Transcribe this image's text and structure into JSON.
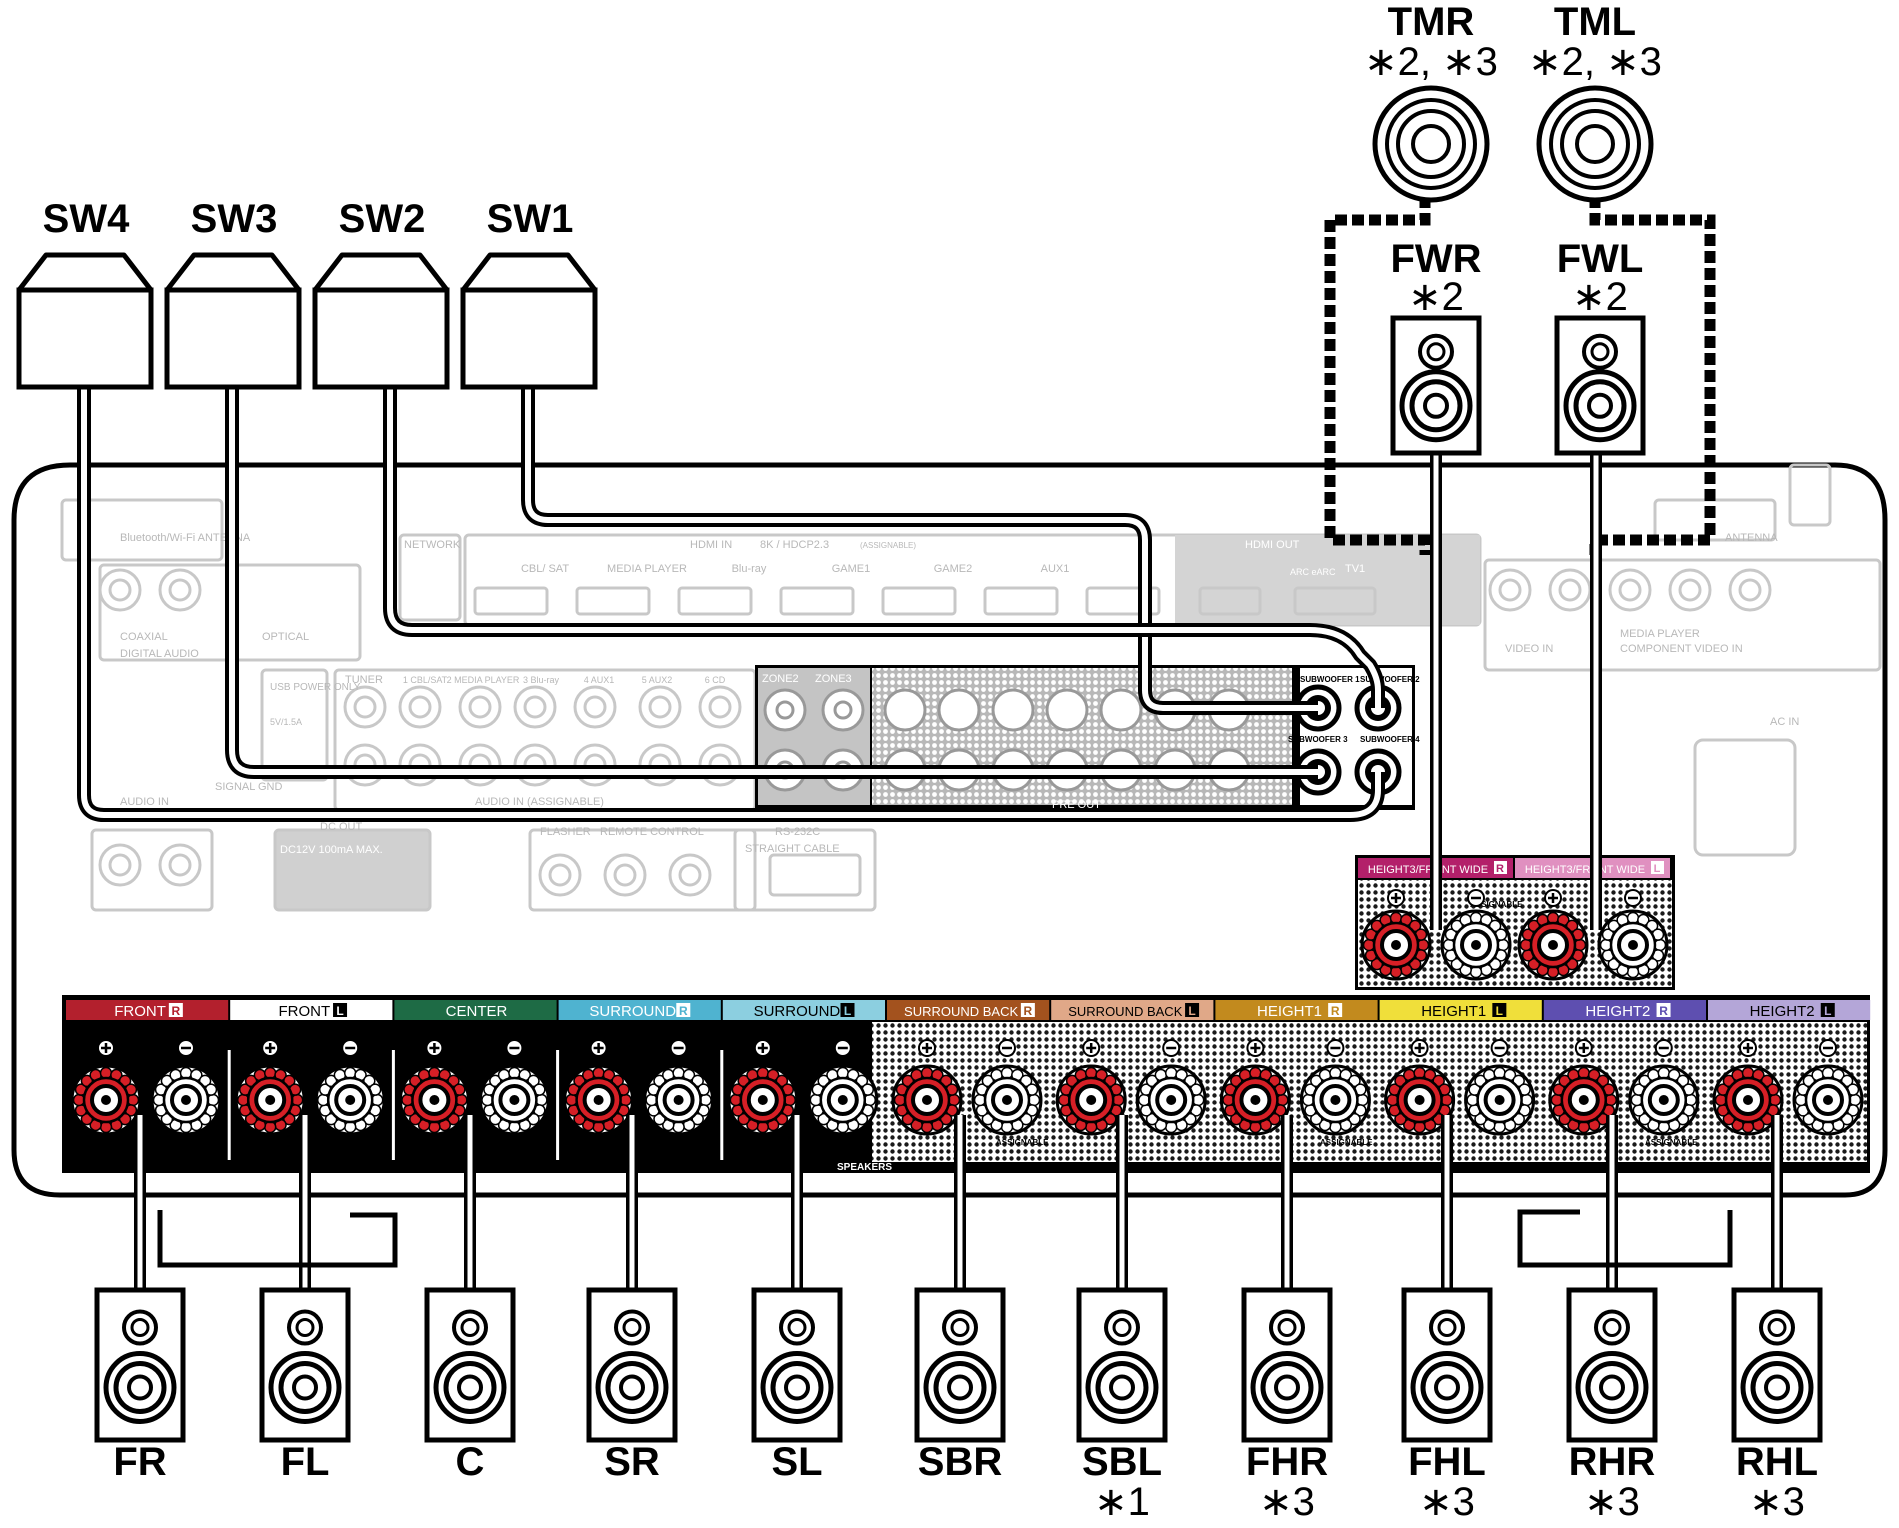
{
  "top_speakers": [
    {
      "name": "TMR",
      "note": "∗2, ∗3"
    },
    {
      "name": "TML",
      "note": "∗2, ∗3"
    }
  ],
  "front_wide_speakers": [
    {
      "name": "FWR",
      "note": "∗2"
    },
    {
      "name": "FWL",
      "note": "∗2"
    }
  ],
  "subwoofers": [
    "SW4",
    "SW3",
    "SW2",
    "SW1"
  ],
  "bottom_speakers": [
    {
      "name": "FR",
      "note": ""
    },
    {
      "name": "FL",
      "note": ""
    },
    {
      "name": "C",
      "note": ""
    },
    {
      "name": "SR",
      "note": ""
    },
    {
      "name": "SL",
      "note": ""
    },
    {
      "name": "SBR",
      "note": ""
    },
    {
      "name": "SBL",
      "note": "∗1"
    },
    {
      "name": "FHR",
      "note": "∗3"
    },
    {
      "name": "FHL",
      "note": "∗3"
    },
    {
      "name": "RHR",
      "note": "∗3"
    },
    {
      "name": "RHL",
      "note": "∗3"
    }
  ],
  "speaker_terminal_labels": [
    {
      "text": "FRONT",
      "badge": "R",
      "color": "#b3202d"
    },
    {
      "text": "FRONT",
      "badge": "L",
      "color": "#ffffff"
    },
    {
      "text": "CENTER",
      "badge": "",
      "color": "#1e6b45"
    },
    {
      "text": "SURROUND",
      "badge": "R",
      "color": "#4fb3d0"
    },
    {
      "text": "SURROUND",
      "badge": "L",
      "color": "#8ccfe0"
    },
    {
      "text": "SURROUND BACK",
      "badge": "R",
      "color": "#a3521e"
    },
    {
      "text": "SURROUND BACK",
      "badge": "L",
      "color": "#e0a888"
    },
    {
      "text": "HEIGHT1",
      "badge": "R",
      "color": "#c28a1e"
    },
    {
      "text": "HEIGHT1",
      "badge": "L",
      "color": "#f0df3a"
    },
    {
      "text": "HEIGHT2",
      "badge": "R",
      "color": "#5e4fb0"
    },
    {
      "text": "HEIGHT2",
      "badge": "L",
      "color": "#b4a6d8"
    }
  ],
  "height3_terminal_labels": [
    {
      "text": "HEIGHT3/FRONT WIDE",
      "badge": "R",
      "color": "#b3206a"
    },
    {
      "text": "HEIGHT3/FRONT WIDE",
      "badge": "L",
      "color": "#e090c0"
    }
  ],
  "panel_texts": {
    "speakers": "SPEAKERS",
    "assignable": "ASSIGNABLE",
    "pre_out": "PRE OUT",
    "subwoofer1": "SUBWOOFER 1",
    "subwoofer2": "SUBWOOFER 2",
    "subwoofer3": "SUBWOOFER 3",
    "subwoofer4": "SUBWOOFER 4",
    "bt_antenna": "Bluetooth/Wi-Fi ANTENNA",
    "antenna": "ANTENNA",
    "network": "NETWORK",
    "hdmi_in": "HDMI IN",
    "hdcp": "8K / HDCP2.3",
    "hdmi_assignable": "(ASSIGNABLE)",
    "hdmi_out": "HDMI OUT",
    "tv1": "TV1",
    "arc": "ARC eARC",
    "digital_audio": "DIGITAL AUDIO",
    "coaxial": "COAXIAL",
    "optical": "OPTICAL",
    "usb": "USB POWER ONLY",
    "usb_rating": "5V/1.5A",
    "tuner": "TUNER",
    "audio_in": "AUDIO IN",
    "audio_in_assignable": "AUDIO IN (ASSIGNABLE)",
    "signal_gnd": "SIGNAL GND",
    "dc_out": "DC OUT",
    "dc_rating": "DC12V 100mA MAX.",
    "remote_control": "REMOTE CONTROL",
    "flasher": "FLASHER",
    "rs232c": "RS-232C",
    "straight_cable": "STRAIGHT CABLE",
    "video_in": "VIDEO IN",
    "component_video_in": "COMPONENT VIDEO IN",
    "media_player": "MEDIA PLAYER",
    "ac_in": "AC IN",
    "zone2": "ZONE2",
    "zone3": "ZONE3"
  },
  "hdmi_inputs": [
    "CBL/ SAT",
    "MEDIA PLAYER",
    "Blu-ray",
    "GAME1",
    "GAME2",
    "AUX1"
  ],
  "audio_in_sources": [
    "1 CBL/SAT",
    "2 MEDIA PLAYER",
    "3 Blu-ray",
    "4 AUX1",
    "5 AUX2",
    "6 CD"
  ]
}
